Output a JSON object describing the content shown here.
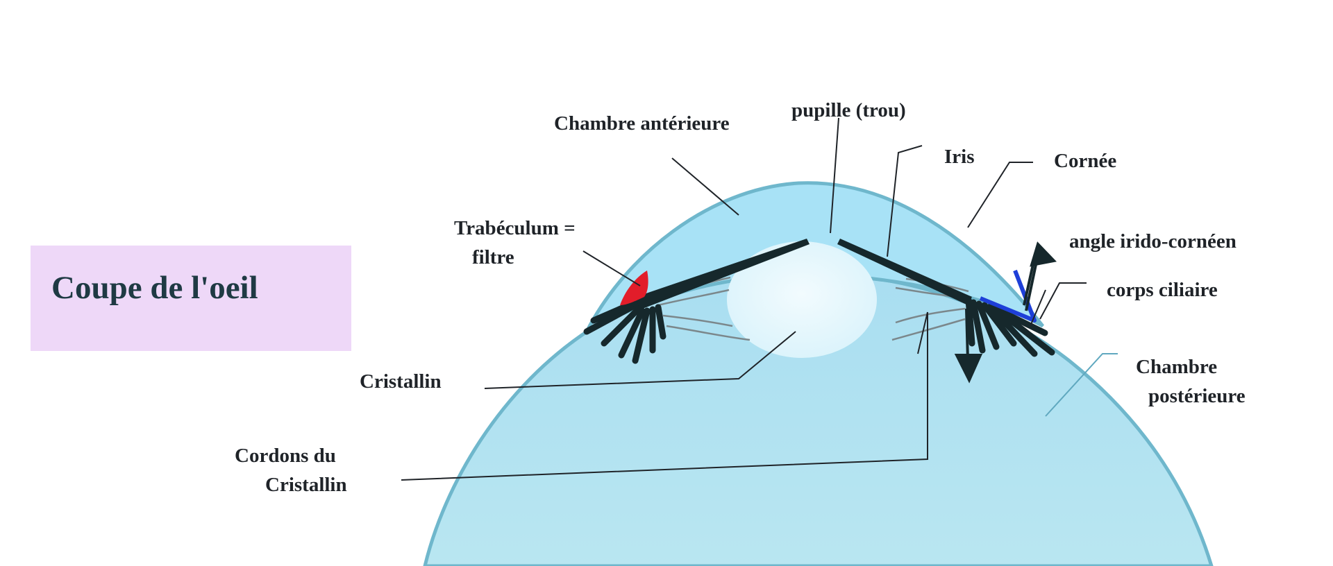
{
  "title": "Coupe de l'oeil",
  "labels": {
    "chambre_anterieure": "Chambre antérieure",
    "pupille": "pupille (trou)",
    "iris": "Iris",
    "cornee": "Cornée",
    "trabeculum_line1": "Trabéculum =",
    "trabeculum_line2": "filtre",
    "angle": "angle irido-cornéen",
    "corps_ciliaire": "corps ciliaire",
    "chambre_posterieure_line1": "Chambre",
    "chambre_posterieure_line2": "postérieure",
    "cristallin": "Cristallin",
    "cordons_line1": "Cordons du",
    "cordons_line2": "Cristallin"
  },
  "colors": {
    "eye_fill": "#b3e3f2",
    "eye_outline": "#6fb7cc",
    "anterior_chamber": "#a8e2f6",
    "lens": "#e4f7fc",
    "iris": "#16282c",
    "trabeculum": "#e21d2a",
    "angle_highlight": "#1e3fd8",
    "title_box": "#eed8f8",
    "title_text": "#1f3a44",
    "label_text": "#1f2328"
  }
}
